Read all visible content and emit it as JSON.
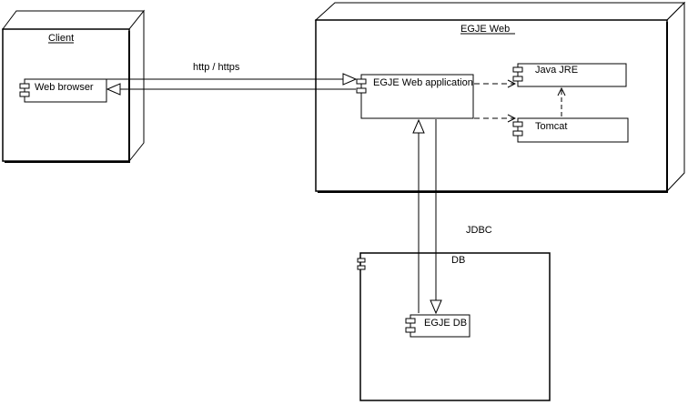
{
  "nodes": {
    "client": {
      "title": "Client"
    },
    "egje_web": {
      "title": "EGJE Web"
    },
    "db": {
      "title": "DB"
    }
  },
  "components": {
    "web_browser": "Web browser",
    "egje_web_app": "EGJE Web application",
    "java_jre": "Java JRE",
    "tomcat": "Tomcat",
    "egje_db": "EGJE DB"
  },
  "connectors": {
    "http": "http / https",
    "jdbc": "JDBC"
  }
}
